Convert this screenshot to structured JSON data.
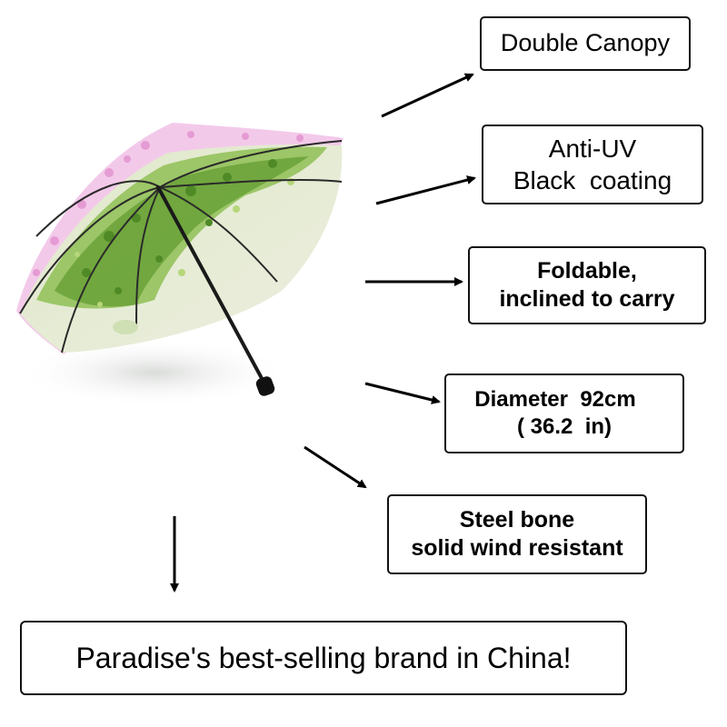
{
  "features": {
    "canopy": "Double Canopy",
    "uv_line1": "Anti-UV",
    "uv_line2": "Black  coating",
    "fold_line1": "Foldable,",
    "fold_line2": "inclined to carry",
    "diameter_line1": "Diameter  92cm",
    "diameter_line2": "( 36.2  in)",
    "steel_line1": "Steel bone",
    "steel_line2": "solid wind resistant"
  },
  "banner": {
    "text": "Paradise's best-selling brand in China!"
  },
  "colors": {
    "canopy_outer": "#f3c9ea",
    "canopy_inner": "#e7ecd8",
    "leaf_green": "#6fa83a",
    "blossom_pink": "#e59bd3",
    "shaft": "#1a1a1a"
  }
}
